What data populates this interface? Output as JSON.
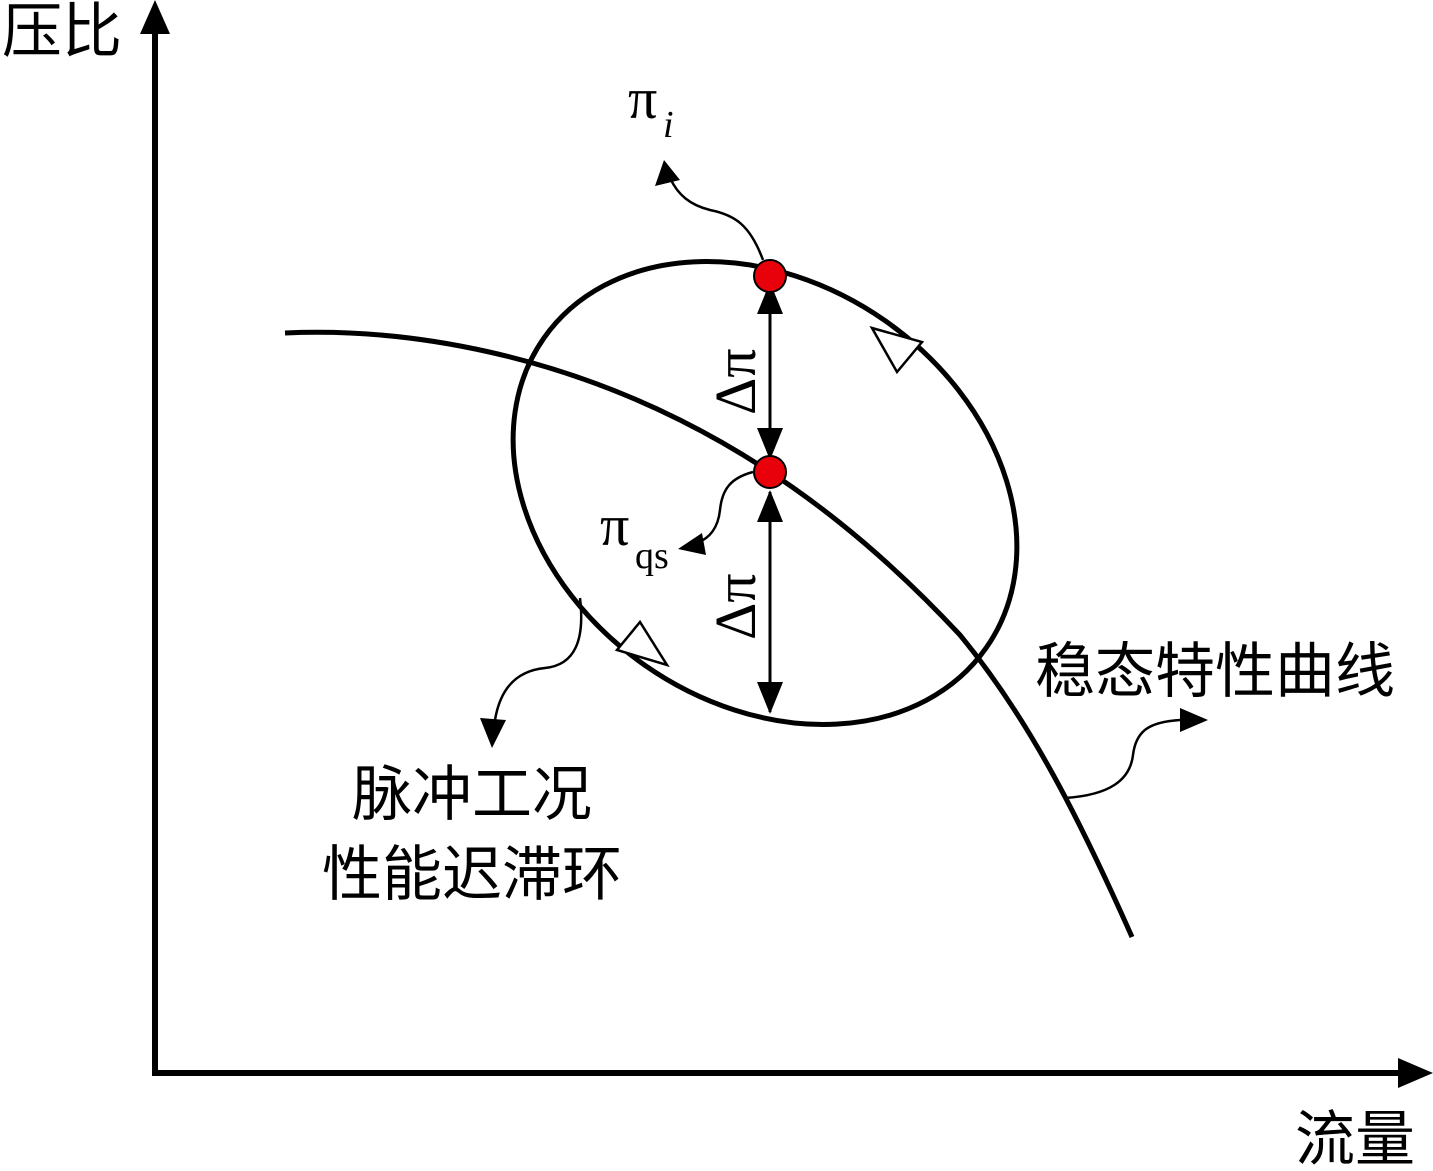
{
  "axes": {
    "y_label": "压比",
    "x_label": "流量"
  },
  "labels": {
    "pi_i_symbol": "π",
    "pi_i_sub": "i",
    "pi_qs_symbol": "π",
    "pi_qs_sub": "qs",
    "delta_pi_upper": "Δπ",
    "delta_pi_lower": "Δπ",
    "steady_curve": "稳态特性曲线",
    "loop_line1": "脉冲工况",
    "loop_line2": "性能迟滞环"
  },
  "colors": {
    "line": "#000000",
    "point": "#e8000b",
    "background": "#ffffff"
  }
}
